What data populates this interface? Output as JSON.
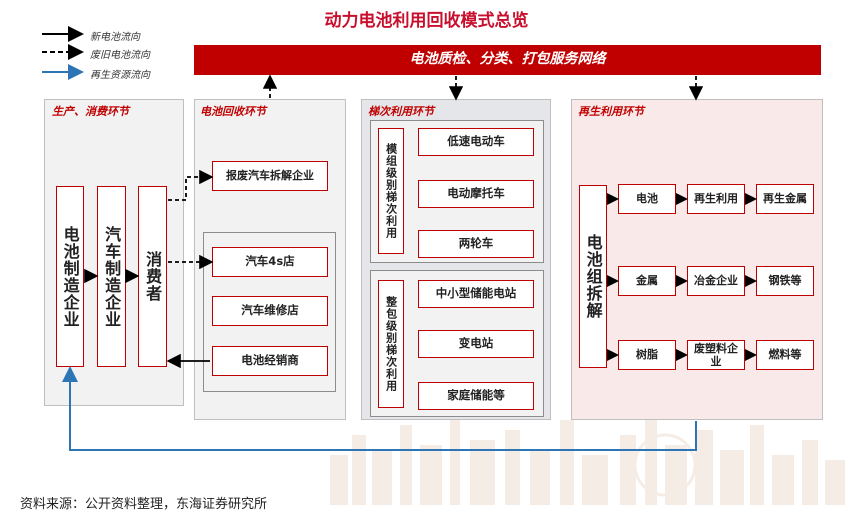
{
  "title": "动力电池利用回收模式总览",
  "legend": [
    {
      "label": "新电池流向",
      "style": "solid",
      "color": "#000000"
    },
    {
      "label": "废旧电池流向",
      "style": "dashed",
      "color": "#000000"
    },
    {
      "label": "再生资源流向",
      "style": "solid",
      "color": "#2e75b6"
    }
  ],
  "banner": "电池质检、分类、打包服务网络",
  "panels": {
    "production": {
      "title": "生产、消费环节",
      "boxes": [
        "电池制造企业",
        "汽车制造企业",
        "消费者"
      ]
    },
    "recycling": {
      "title": "电池回收环节",
      "top_box": "报废汽车拆解企业",
      "group": [
        "汽车4s店",
        "汽车维修店",
        "电池经销商"
      ]
    },
    "cascade": {
      "title": "梯次利用环节",
      "module_label": "模组级别梯次利用",
      "module_items": [
        "低速电动车",
        "电动摩托车",
        "两轮车"
      ],
      "pack_label": "整包级别梯次利用",
      "pack_items": [
        "中小型储能电站",
        "变电站",
        "家庭储能等"
      ]
    },
    "regen": {
      "title": "再生利用环节",
      "dismantle": "电池组拆解",
      "rows": [
        [
          "电池",
          "再生利用",
          "再生金属"
        ],
        [
          "金属",
          "冶金企业",
          "钢铁等"
        ],
        [
          "树脂",
          "废塑料企业",
          "燃料等"
        ]
      ]
    }
  },
  "source": "资料来源：公开资料整理，东海证券研究所",
  "colors": {
    "accent": "#c00000",
    "recycle_flow": "#2e75b6"
  }
}
